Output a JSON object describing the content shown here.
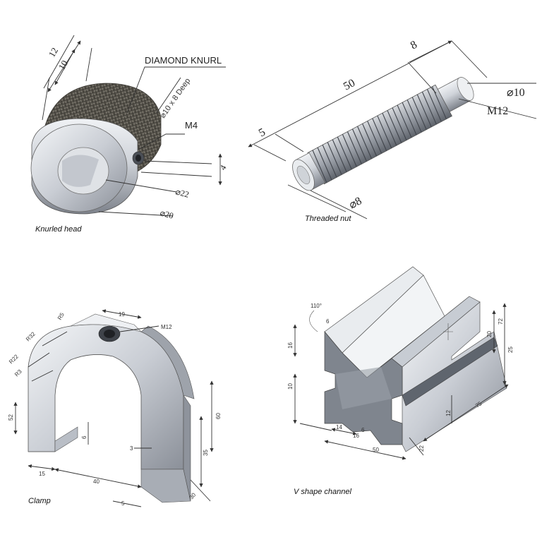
{
  "panels": {
    "knurled_head": {
      "caption": "Knurled head",
      "knurl_label": "DIAMOND KNURL",
      "hole_label": "⌀10 x 8 Deep",
      "thread_label": "M4",
      "dims": [
        "12",
        "10",
        "4",
        "⌀22",
        "⌀20"
      ]
    },
    "threaded_nut": {
      "caption": "Threaded nut",
      "dims": [
        "8",
        "50",
        "5",
        "⌀10",
        "M12",
        "⌀8"
      ]
    },
    "clamp": {
      "caption": "Clamp",
      "dims": [
        "19",
        "R5",
        "M12",
        "R32",
        "R22",
        "R3",
        "52",
        "6",
        "3",
        "15",
        "40",
        "60",
        "35",
        "30",
        "5"
      ]
    },
    "v_channel": {
      "caption": "V shape channel",
      "dims": [
        "110°",
        "6",
        "16",
        "10",
        "72",
        "25",
        "20",
        "22",
        "12",
        "14",
        "6",
        "50",
        "16",
        "75"
      ]
    }
  },
  "colors": {
    "metal_light": "#e6e9ee",
    "metal_mid": "#b9bec7",
    "metal_dark": "#6f7580",
    "knurl": "#5d5a52",
    "thread": "#8a8e96"
  }
}
